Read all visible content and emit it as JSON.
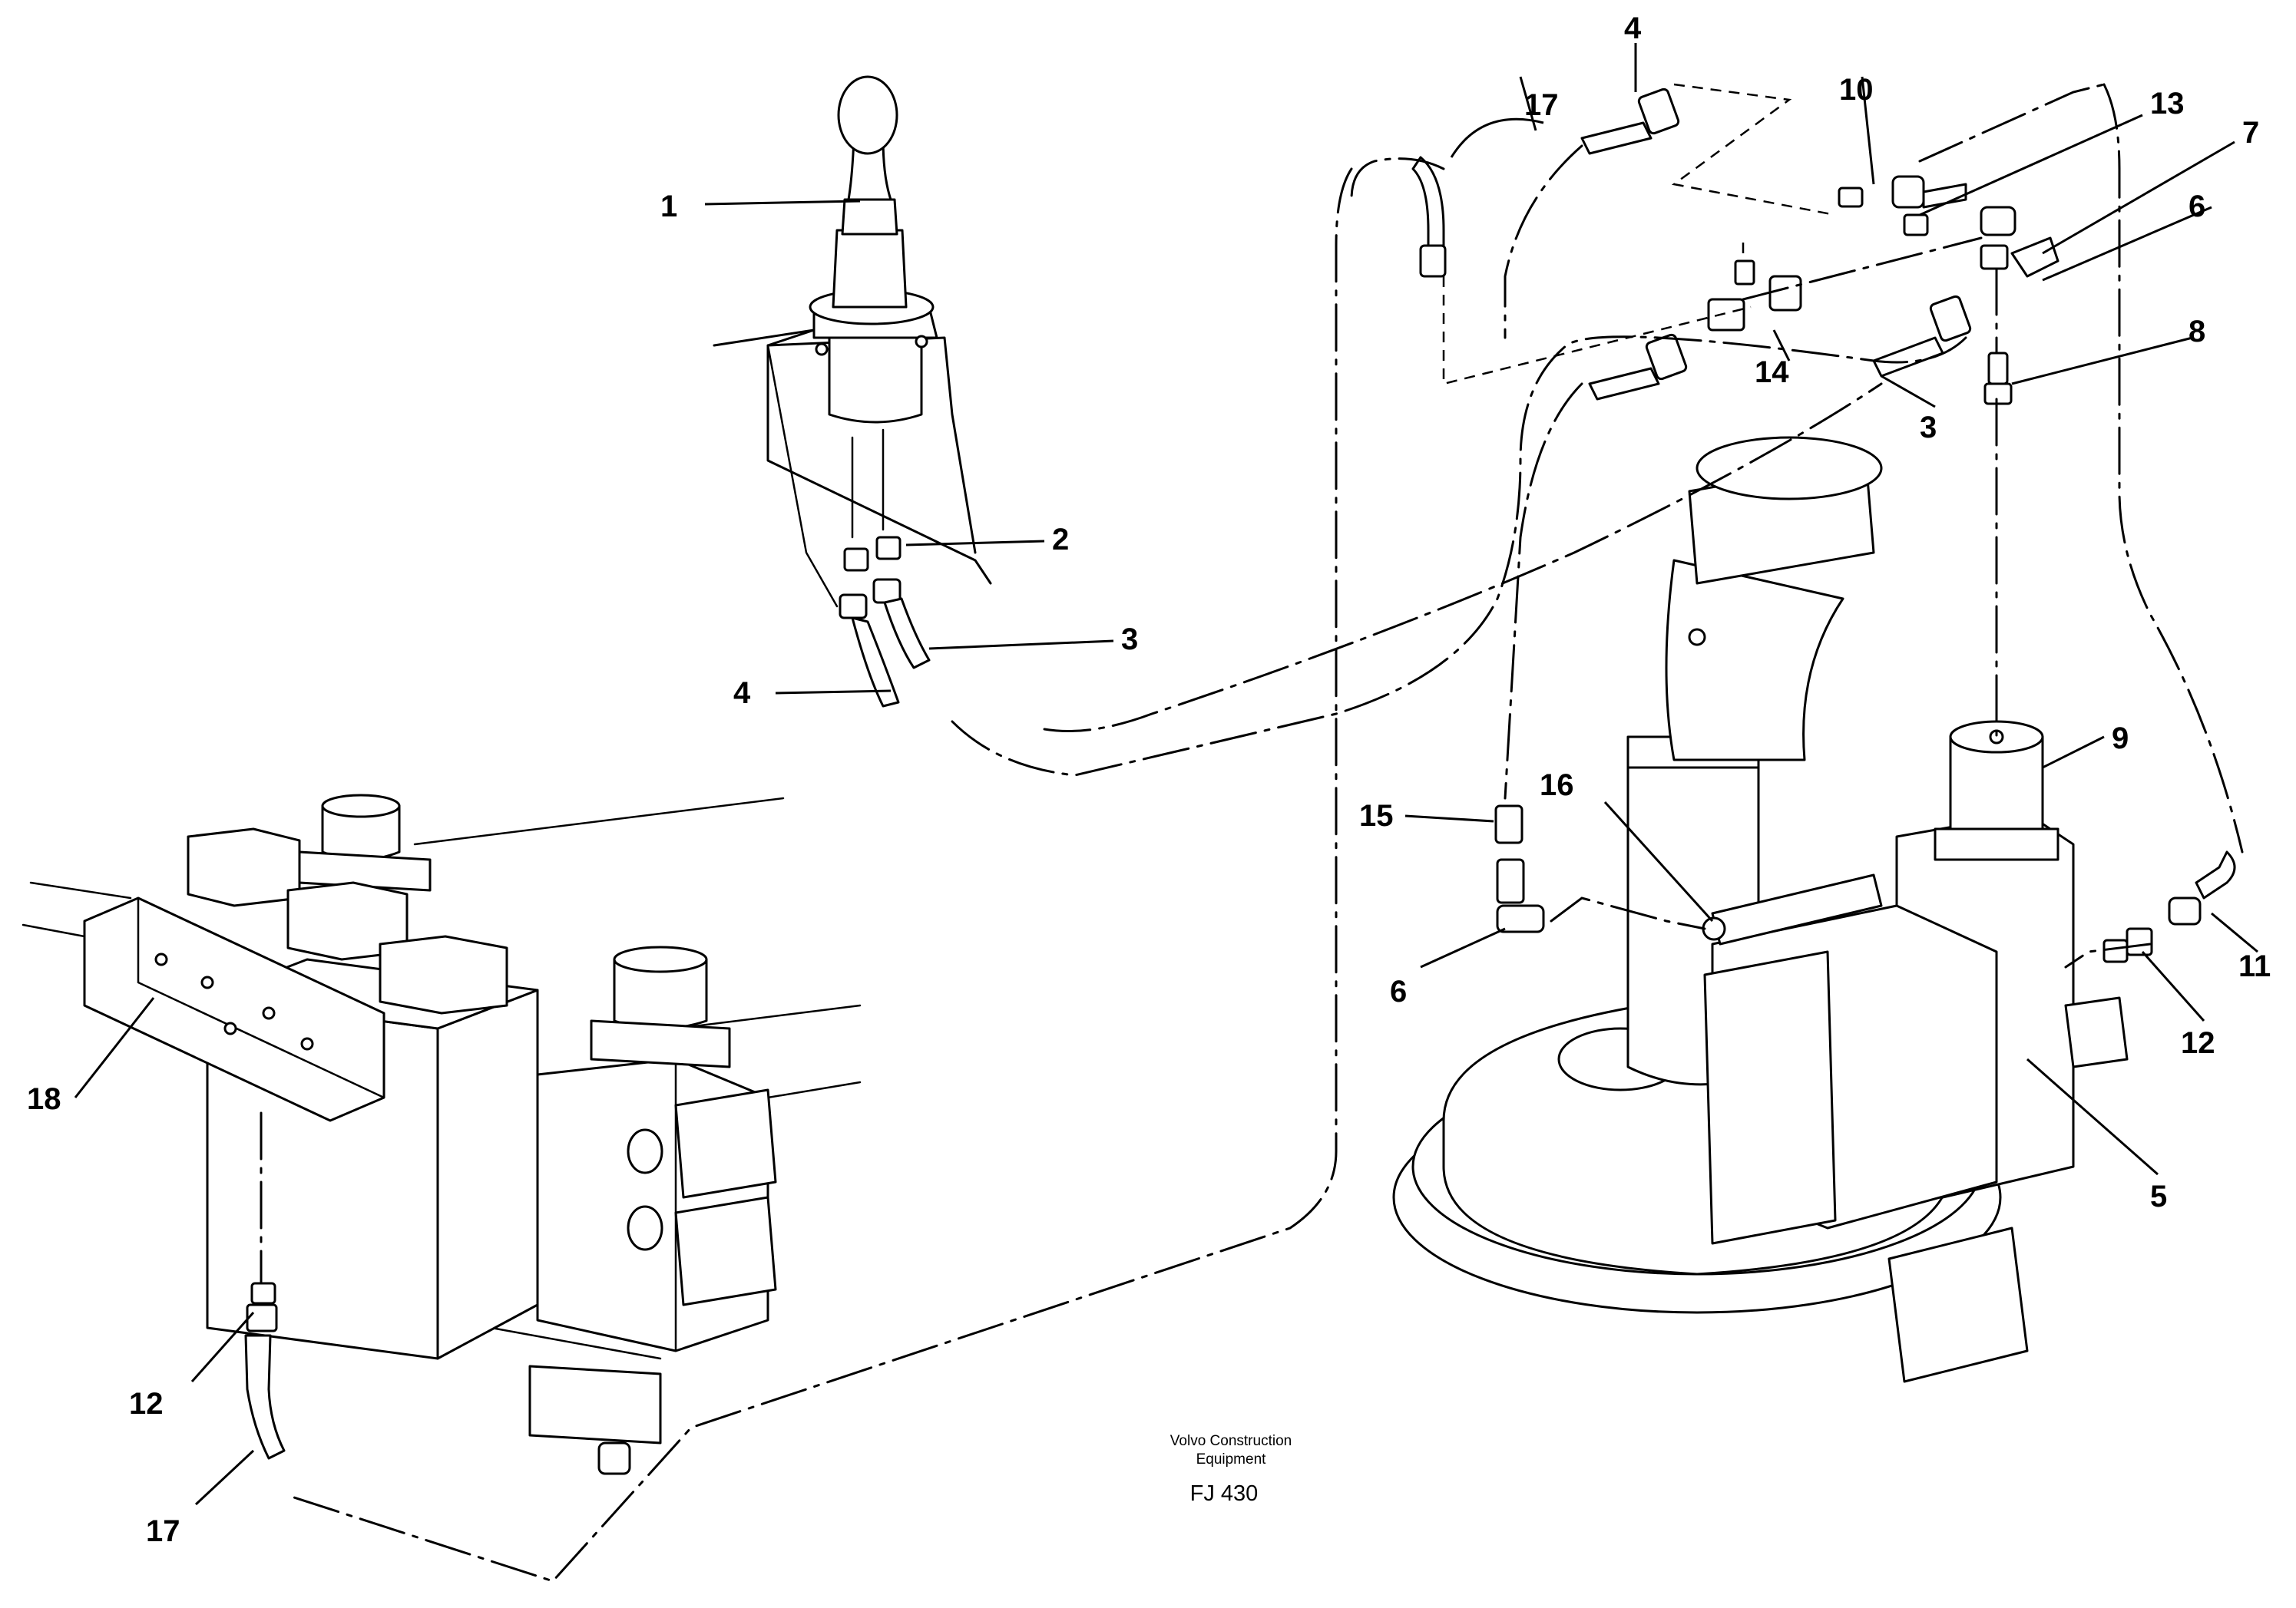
{
  "credit": {
    "line1": "Volvo Construction",
    "line2": "Equipment",
    "code": "FJ 430"
  },
  "callouts": [
    {
      "id": "c1",
      "label": "1"
    },
    {
      "id": "c2",
      "label": "2"
    },
    {
      "id": "c3a",
      "label": "3"
    },
    {
      "id": "c3b",
      "label": "3"
    },
    {
      "id": "c4a",
      "label": "4"
    },
    {
      "id": "c4b",
      "label": "4"
    },
    {
      "id": "c5",
      "label": "5"
    },
    {
      "id": "c6a",
      "label": "6"
    },
    {
      "id": "c6b",
      "label": "6"
    },
    {
      "id": "c7",
      "label": "7"
    },
    {
      "id": "c8",
      "label": "8"
    },
    {
      "id": "c9",
      "label": "9"
    },
    {
      "id": "c10",
      "label": "10"
    },
    {
      "id": "c11",
      "label": "11"
    },
    {
      "id": "c12a",
      "label": "12"
    },
    {
      "id": "c12b",
      "label": "12"
    },
    {
      "id": "c13",
      "label": "13"
    },
    {
      "id": "c14",
      "label": "14"
    },
    {
      "id": "c15",
      "label": "15"
    },
    {
      "id": "c16",
      "label": "16"
    },
    {
      "id": "c17a",
      "label": "17"
    },
    {
      "id": "c17b",
      "label": "17"
    },
    {
      "id": "c18",
      "label": "18"
    }
  ]
}
